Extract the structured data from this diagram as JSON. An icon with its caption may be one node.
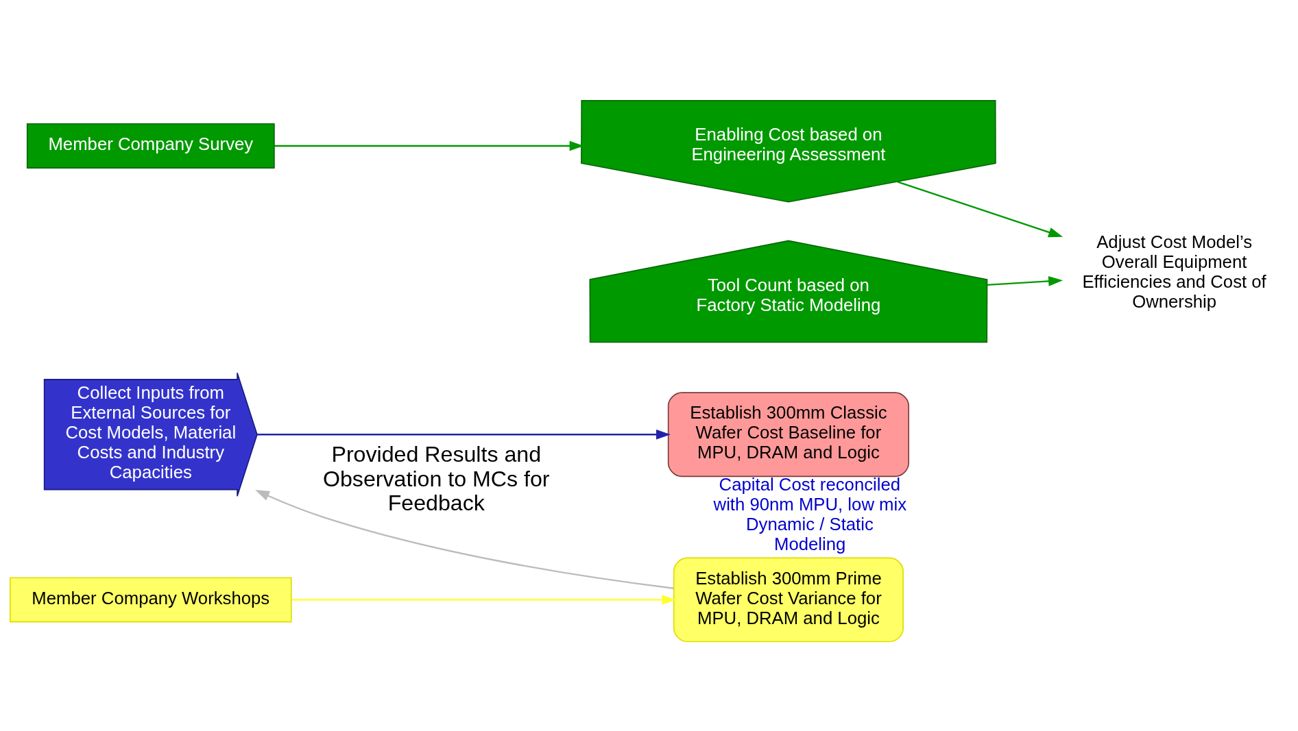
{
  "diagram": {
    "nodes": [
      {
        "text": [
          "Collect Inputs from External Sources for Cost Models, Material Costs and Industry Capacities"
        ]
      },
      {
        "text": [
          "Establish 300mm Classic Wafer Cost Baseline for MPU, DRAM and Logic"
        ],
        "beside": [
          "Capital Cost reconciled with 90nm MPU, low mix Dynamic / Static Modeling"
        ]
      },
      {
        "text": [
          "Member Company Survey"
        ]
      },
      {
        "text": [
          "Enabling Cost based on Engineering Assessment"
        ]
      },
      {
        "text": [
          "Adjust Cost Model’s Overall Equipment Efficiencies and Cost of Ownership"
        ]
      },
      {
        "text": [
          "Tool Count based on Factory Static Modeling"
        ]
      },
      {
        "text": [
          "Member Company Workshops"
        ]
      },
      {
        "text": [
          "Establish 300mm Prime Wafer Cost Variance for MPU, DRAM and Logic"
        ]
      }
    ],
    "edges": [
      {
        "from": 0,
        "to": 1,
        "arrow": "to",
        "color": "#2222aa"
      },
      {
        "from": 2,
        "to": 3,
        "arrow": "to",
        "color": "#009900"
      },
      {
        "from": 3,
        "to": 4,
        "arrow": "to",
        "color": "#009900"
      },
      {
        "from": 5,
        "to": 4,
        "arrow": "to",
        "color": "#009900"
      },
      {
        "from": 6,
        "to": 7,
        "arrow": "to",
        "color": "#ffff33"
      },
      {
        "from": 7,
        "to": 0,
        "arrow": "to",
        "color": "#bbbbbb",
        "label": "Provided Results and Observation to MCs for Feedback"
      }
    ]
  }
}
